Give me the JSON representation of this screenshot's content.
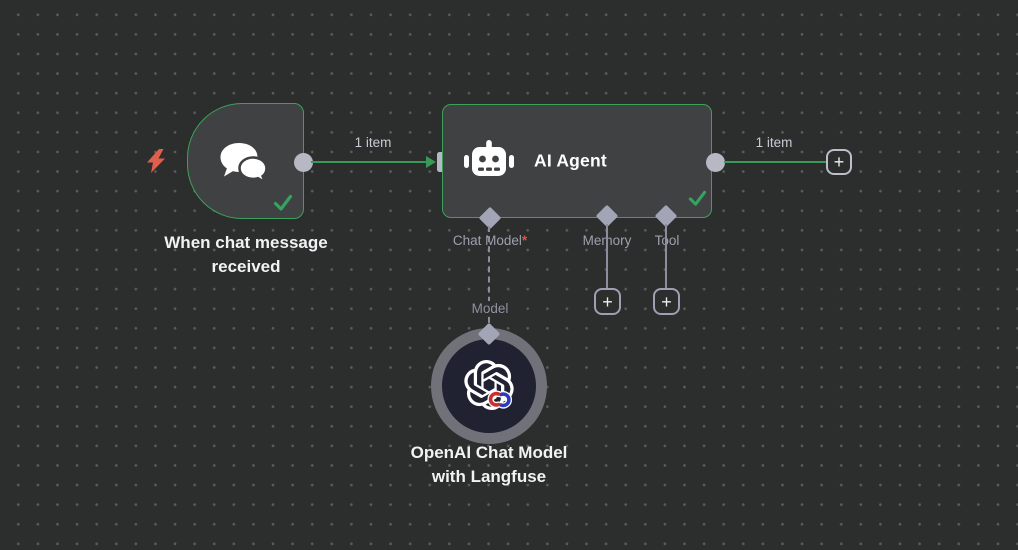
{
  "colors": {
    "accent_green": "#3da15c",
    "required_red": "#e0524a",
    "trigger_bolt_red": "#de5f4b",
    "connector_gray": "#b6b8c3",
    "canvas_bg": "#2c2d2d"
  },
  "trigger_node": {
    "label": "When chat message received",
    "icon": "chat-bubbles",
    "status": "success"
  },
  "agent_node": {
    "title": "AI Agent",
    "icon": "robot",
    "status": "success",
    "ports": {
      "chat_model_label": "Chat Model",
      "required_marker": "*",
      "memory_label": "Memory",
      "tool_label": "Tool"
    }
  },
  "model_node": {
    "label_line1": "OpenAI Chat Model",
    "label_line2": "with Langfuse",
    "link_label": "Model",
    "icon": "openai-langfuse"
  },
  "edges": {
    "trigger_to_agent_label": "1 item",
    "agent_output_label": "1 item"
  },
  "buttons": {
    "add_node": "+",
    "add_memory": "+",
    "add_tool": "+"
  }
}
